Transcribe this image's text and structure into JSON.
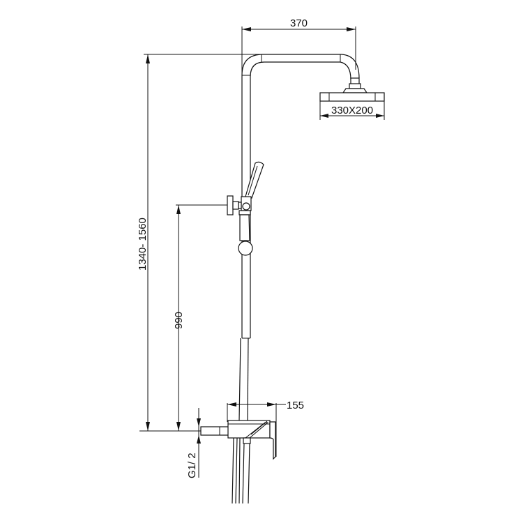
{
  "drawing": {
    "title": "Shower column dimension drawing",
    "colors": {
      "line": "#111111",
      "background": "#ffffff"
    },
    "dimensions": {
      "arm_reach": "370",
      "head_size": "330X200",
      "total_height": "1340- 1560",
      "mixer_to_outlet": "990",
      "mixer_depth": "155",
      "inlet_thread": "G1/ 2"
    }
  }
}
